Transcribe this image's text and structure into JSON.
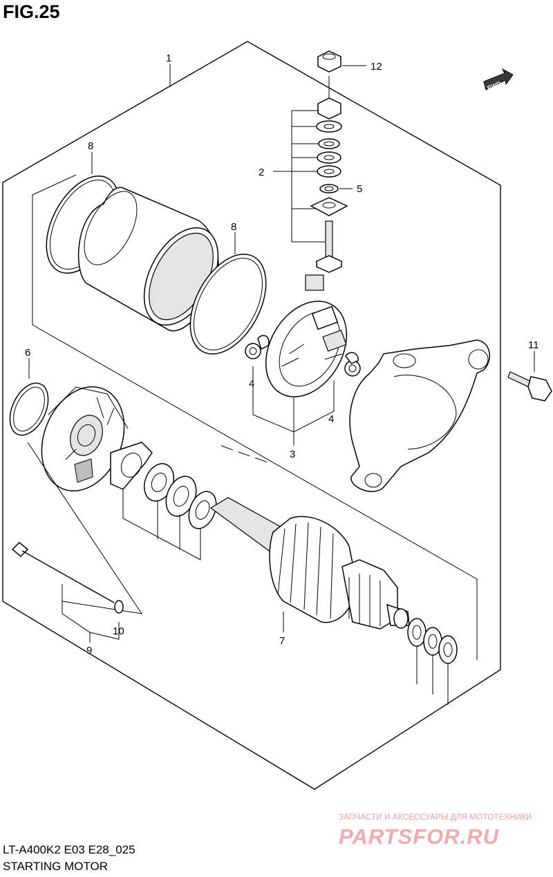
{
  "header": {
    "figure": "FIG.25"
  },
  "footer": {
    "model_code": "LT-A400K2 E03 E28_025",
    "title": "STARTING MOTOR"
  },
  "watermark": {
    "caption": "ЗАПЧАСТИ И АКСЕССУАРЫ ДЛЯ МОТОТЕХНИКИ",
    "logo": "PARTSFOR.RU"
  },
  "direction_badge": {
    "text": "FWD",
    "icon": "arrow-right-icon"
  },
  "callouts": {
    "p1": "1",
    "p2": "2",
    "p3": "3",
    "p4a": "4",
    "p4b": "4",
    "p5": "5",
    "p6": "6",
    "p7": "7",
    "p8a": "8",
    "p8b": "8",
    "p9": "9",
    "p10": "10",
    "p11": "11",
    "p12": "12"
  }
}
